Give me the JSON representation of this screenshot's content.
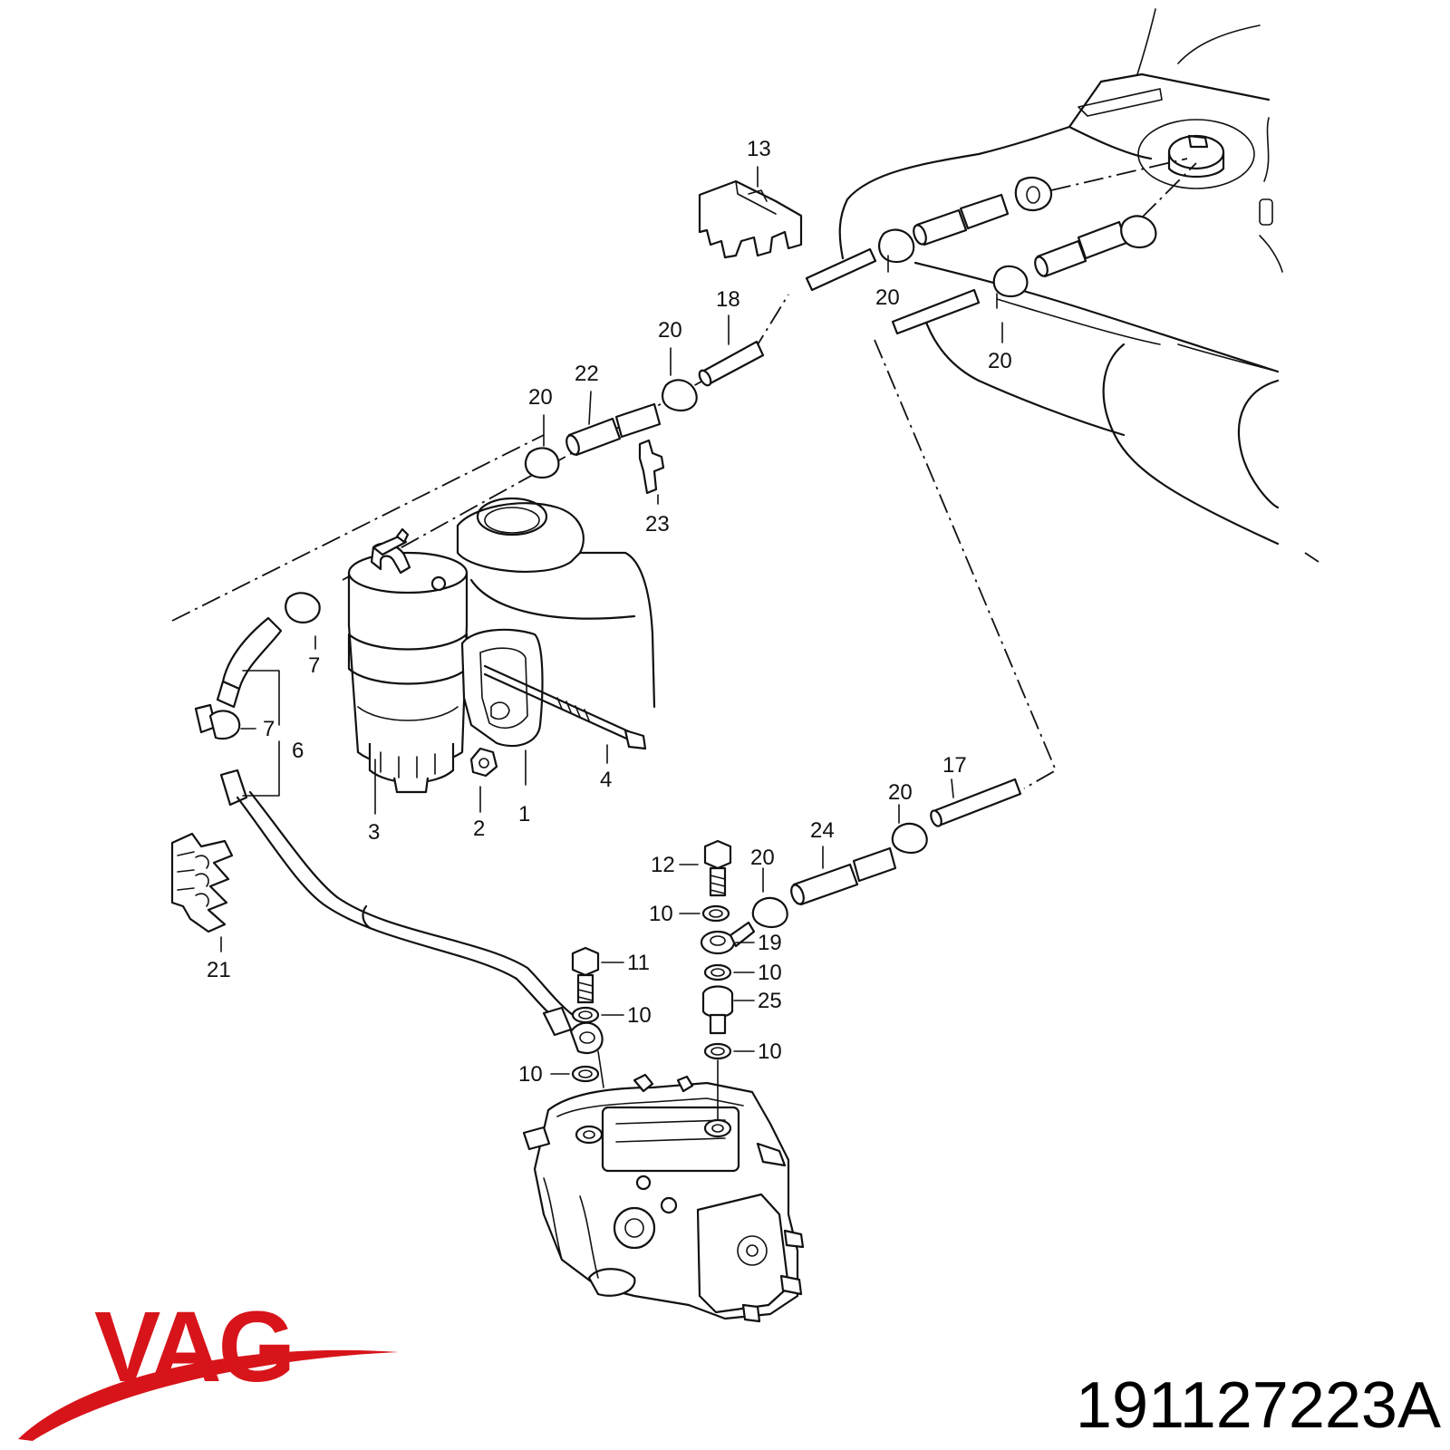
{
  "diagram": {
    "callouts": [
      {
        "id": "c13",
        "text": "13"
      },
      {
        "id": "c18",
        "text": "18"
      },
      {
        "id": "c20a",
        "text": "20"
      },
      {
        "id": "c20b",
        "text": "20"
      },
      {
        "id": "c20c",
        "text": "20"
      },
      {
        "id": "c20d",
        "text": "20"
      },
      {
        "id": "c20e",
        "text": "20"
      },
      {
        "id": "c20f",
        "text": "20"
      },
      {
        "id": "c22",
        "text": "22"
      },
      {
        "id": "c23",
        "text": "23"
      },
      {
        "id": "c7a",
        "text": "7"
      },
      {
        "id": "c7b",
        "text": "7"
      },
      {
        "id": "c6",
        "text": "6"
      },
      {
        "id": "c4",
        "text": "4"
      },
      {
        "id": "c3",
        "text": "3"
      },
      {
        "id": "c2",
        "text": "2"
      },
      {
        "id": "c1",
        "text": "1"
      },
      {
        "id": "c17",
        "text": "17"
      },
      {
        "id": "c24",
        "text": "24"
      },
      {
        "id": "c12",
        "text": "12"
      },
      {
        "id": "c10a",
        "text": "10"
      },
      {
        "id": "c19",
        "text": "19"
      },
      {
        "id": "c10b",
        "text": "10"
      },
      {
        "id": "c11",
        "text": "11"
      },
      {
        "id": "c10c",
        "text": "10"
      },
      {
        "id": "c25",
        "text": "25"
      },
      {
        "id": "c10d",
        "text": "10"
      },
      {
        "id": "c10e",
        "text": "10"
      },
      {
        "id": "c21",
        "text": "21"
      }
    ]
  },
  "brand": {
    "logo_text": "VAG",
    "logo_color": "#d7141a",
    "part_number": "191127223A"
  }
}
